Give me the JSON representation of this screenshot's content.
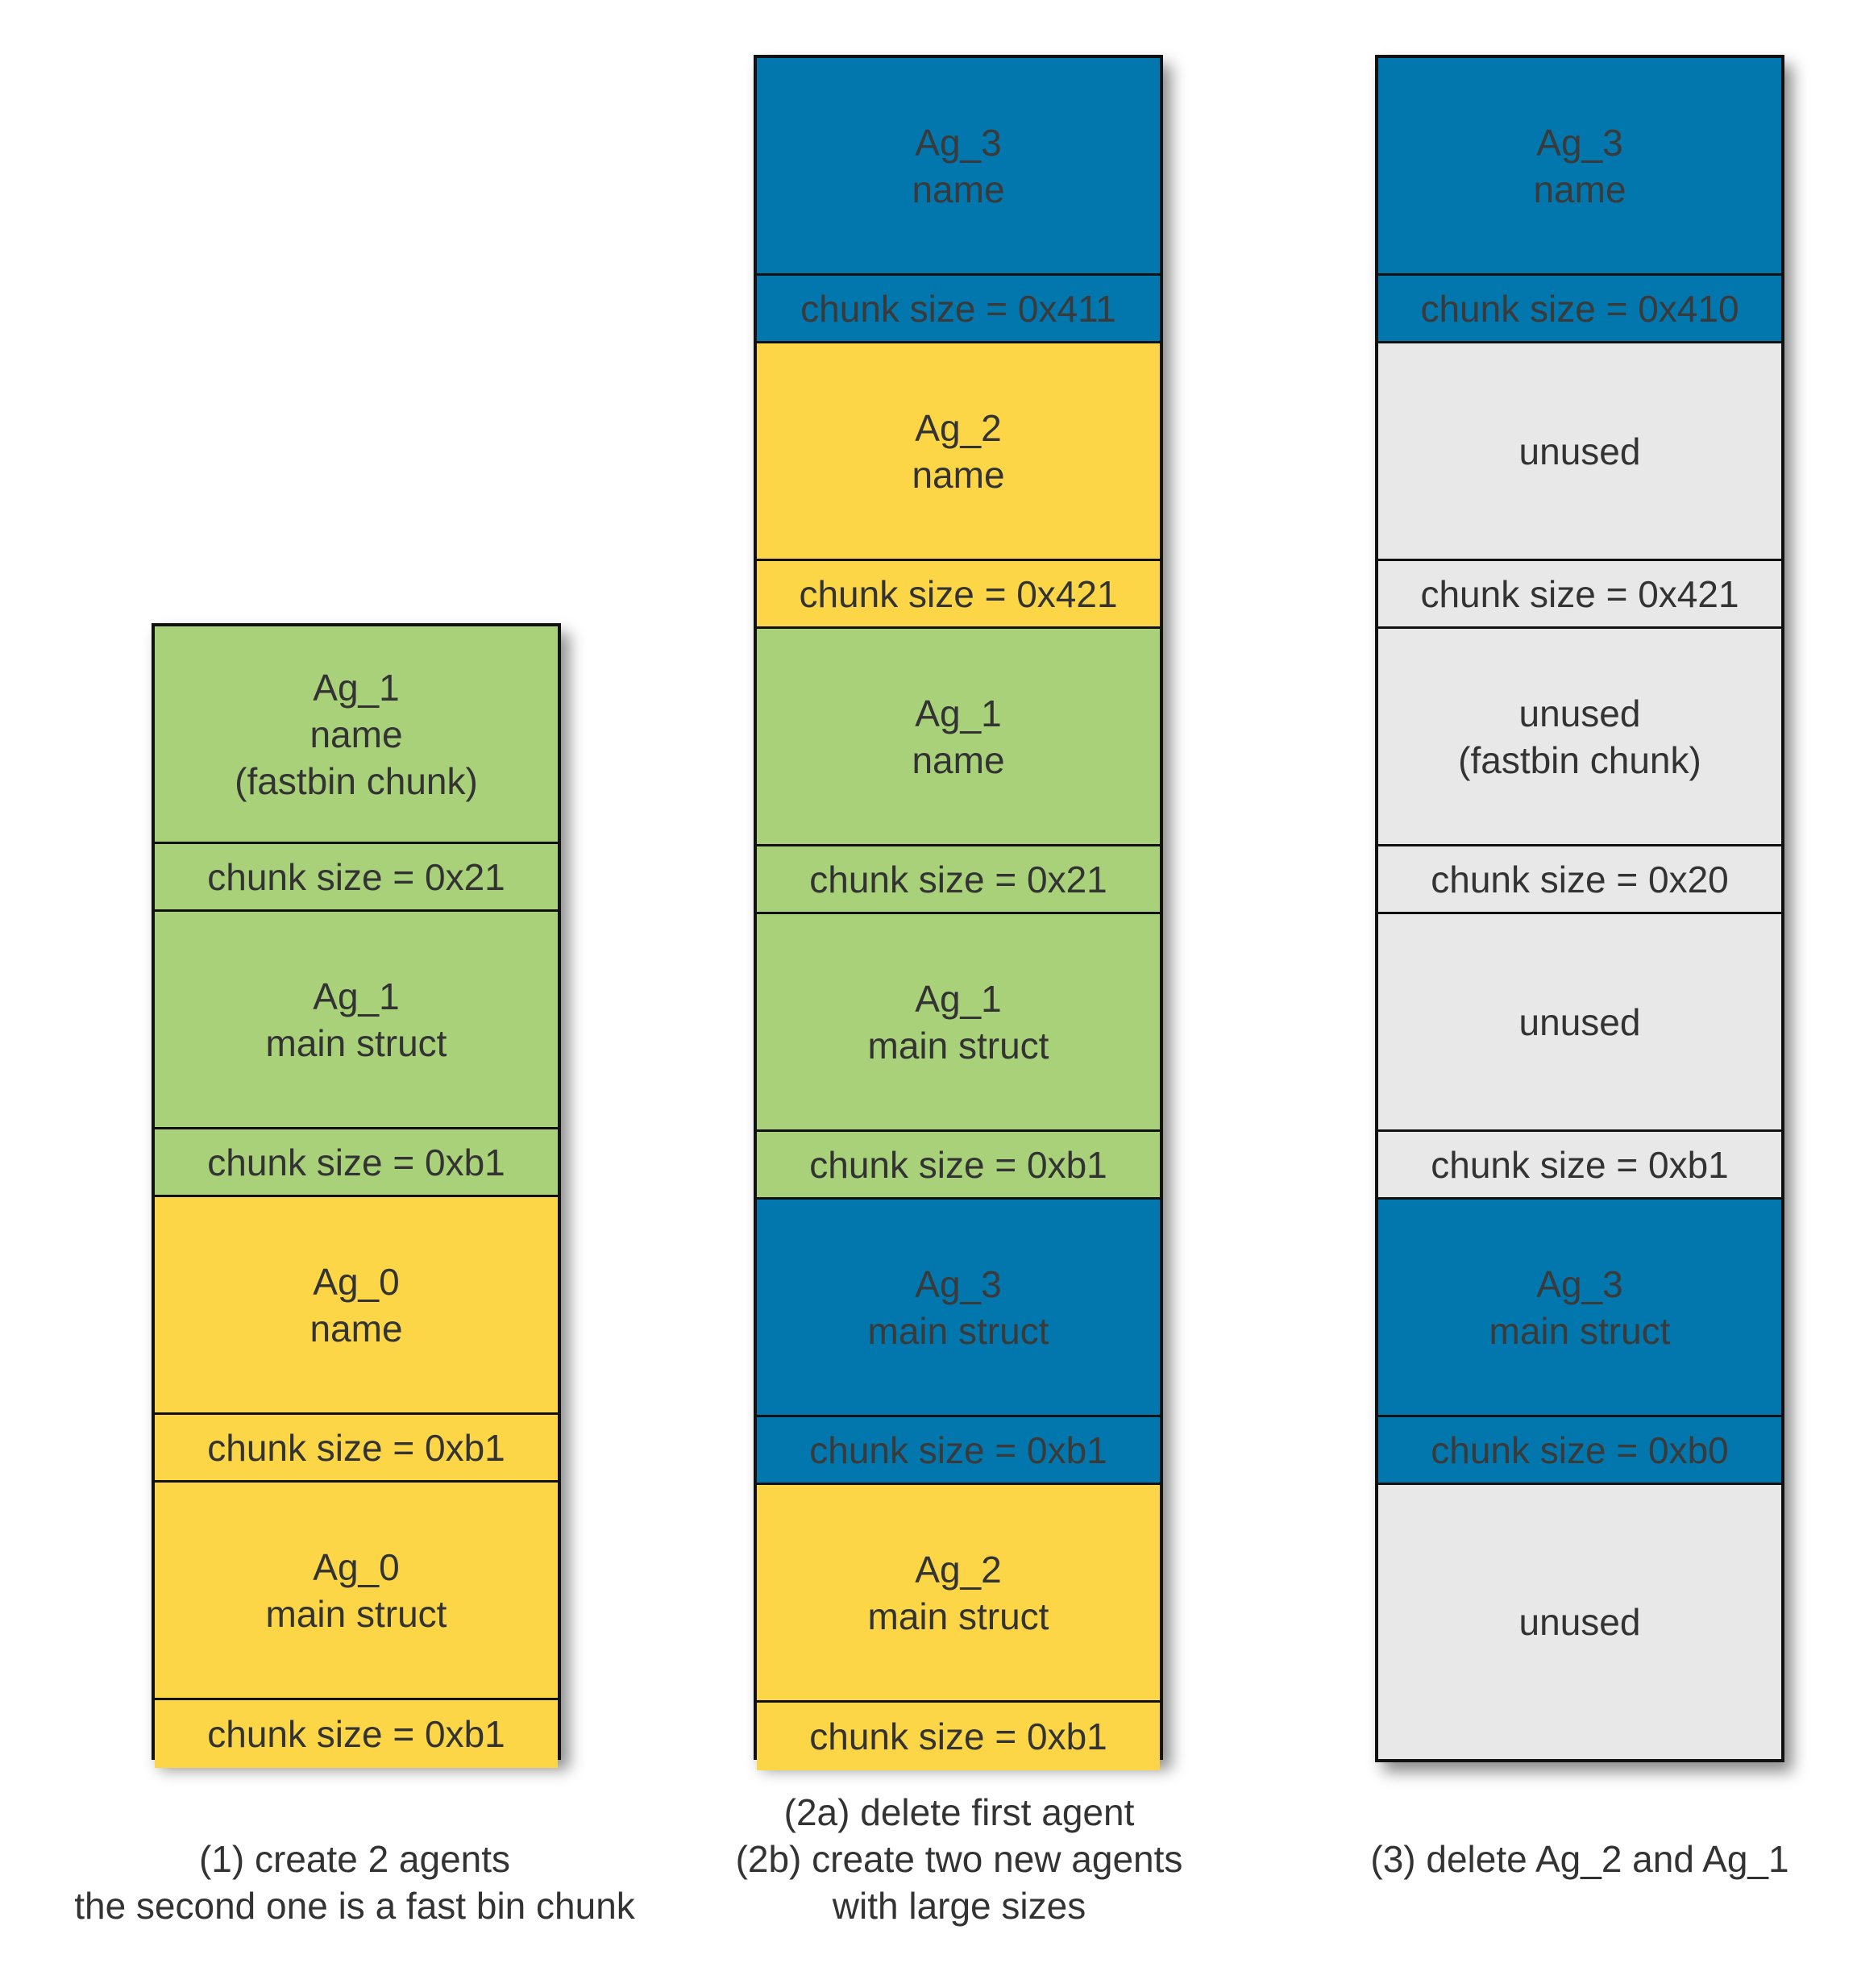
{
  "colors": {
    "green": "#a9d17a",
    "yellow": "#fcd646",
    "blue": "#0277ad",
    "gray": "#e8e8e8",
    "border": "#111111"
  },
  "columns": [
    {
      "id": "col-1",
      "caption": "(1) create 2 agents\nthe second one is a fast bin chunk",
      "blocks": [
        {
          "text": "Ag_1\nname\n(fastbin chunk)",
          "color": "green",
          "kind": "big"
        },
        {
          "text": "chunk size = 0x21",
          "color": "green",
          "kind": "hdr"
        },
        {
          "text": "Ag_1\nmain struct",
          "color": "green",
          "kind": "big"
        },
        {
          "text": "chunk size = 0xb1",
          "color": "green",
          "kind": "hdr"
        },
        {
          "text": "Ag_0\nname",
          "color": "yellow",
          "kind": "big"
        },
        {
          "text": "chunk size = 0xb1",
          "color": "yellow",
          "kind": "hdr"
        },
        {
          "text": "Ag_0\nmain struct",
          "color": "yellow",
          "kind": "big"
        },
        {
          "text": "chunk size = 0xb1",
          "color": "yellow",
          "kind": "hdr"
        }
      ]
    },
    {
      "id": "col-2",
      "caption": "(2a) delete first agent\n(2b) create two new agents\nwith large sizes",
      "blocks": [
        {
          "text": "Ag_3\nname",
          "color": "blue",
          "kind": "big"
        },
        {
          "text": "chunk size = 0x411",
          "color": "blue",
          "kind": "hdr"
        },
        {
          "text": "Ag_2\nname",
          "color": "yellow",
          "kind": "big"
        },
        {
          "text": "chunk size = 0x421",
          "color": "yellow",
          "kind": "hdr"
        },
        {
          "text": "Ag_1\nname",
          "color": "green",
          "kind": "big"
        },
        {
          "text": "chunk size = 0x21",
          "color": "green",
          "kind": "hdr"
        },
        {
          "text": "Ag_1\nmain struct",
          "color": "green",
          "kind": "big"
        },
        {
          "text": "chunk size = 0xb1",
          "color": "green",
          "kind": "hdr"
        },
        {
          "text": "Ag_3\nmain struct",
          "color": "blue",
          "kind": "big"
        },
        {
          "text": "chunk size = 0xb1",
          "color": "blue",
          "kind": "hdr"
        },
        {
          "text": "Ag_2\nmain struct",
          "color": "yellow",
          "kind": "big"
        },
        {
          "text": "chunk size = 0xb1",
          "color": "yellow",
          "kind": "hdr"
        }
      ]
    },
    {
      "id": "col-3",
      "caption": "(3) delete Ag_2 and Ag_1",
      "blocks": [
        {
          "text": "Ag_3\nname",
          "color": "blue",
          "kind": "big"
        },
        {
          "text": "chunk size = 0x410",
          "color": "blue",
          "kind": "hdr"
        },
        {
          "text": "unused",
          "color": "gray",
          "kind": "big"
        },
        {
          "text": "chunk size = 0x421",
          "color": "gray",
          "kind": "hdr"
        },
        {
          "text": "unused\n(fastbin chunk)",
          "color": "gray",
          "kind": "big"
        },
        {
          "text": "chunk size = 0x20",
          "color": "gray",
          "kind": "hdr"
        },
        {
          "text": "unused",
          "color": "gray",
          "kind": "big"
        },
        {
          "text": "chunk size = 0xb1",
          "color": "gray",
          "kind": "hdr"
        },
        {
          "text": "Ag_3\nmain struct",
          "color": "blue",
          "kind": "big"
        },
        {
          "text": "chunk size = 0xb0",
          "color": "blue",
          "kind": "hdr"
        },
        {
          "text": "unused",
          "color": "gray",
          "kind": "fill"
        }
      ]
    }
  ]
}
